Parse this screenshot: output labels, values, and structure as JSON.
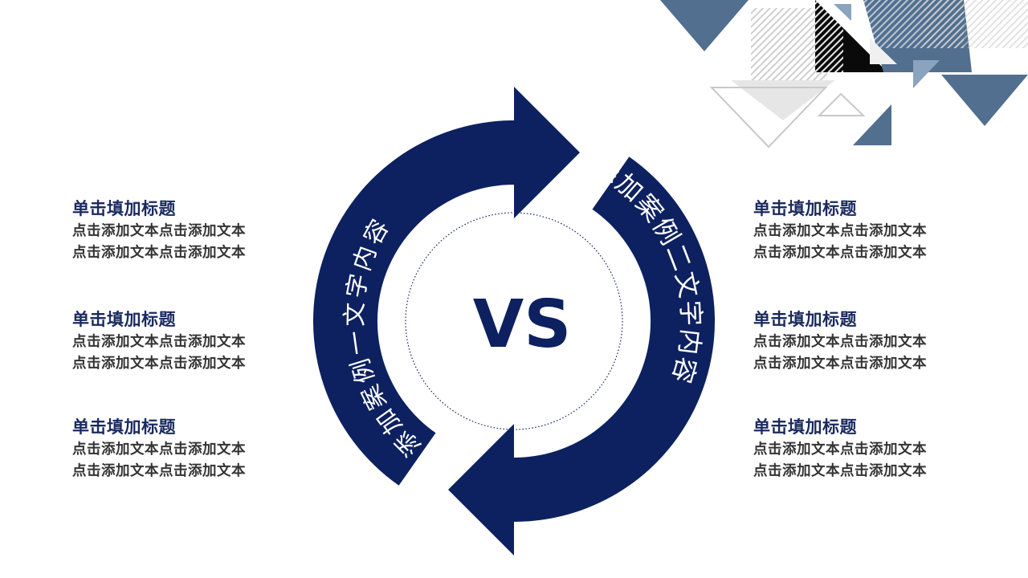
{
  "colors": {
    "navy": "#0d2160",
    "steel": "#526f8f",
    "text": "#333333"
  },
  "diagram": {
    "center_label": "VS",
    "left_arrow_text": "添加案例一文字内容",
    "right_arrow_text": "添加案例二文字内容"
  },
  "left": [
    {
      "title": "单击填加标题",
      "line1": "点击添加文本点击添加文本",
      "line2": "点击添加文本点击添加文本"
    },
    {
      "title": "单击填加标题",
      "line1": "点击添加文本点击添加文本",
      "line2": "点击添加文本点击添加文本"
    },
    {
      "title": "单击填加标题",
      "line1": "点击添加文本点击添加文本",
      "line2": "点击添加文本点击添加文本"
    }
  ],
  "right": [
    {
      "title": "单击填加标题",
      "line1": "点击添加文本点击添加文本",
      "line2": "点击添加文本点击添加文本"
    },
    {
      "title": "单击填加标题",
      "line1": "点击添加文本点击添加文本",
      "line2": "点击添加文本点击添加文本"
    },
    {
      "title": "单击填加标题",
      "line1": "点击添加文本点击添加文本",
      "line2": "点击添加文本点击添加文本"
    }
  ]
}
